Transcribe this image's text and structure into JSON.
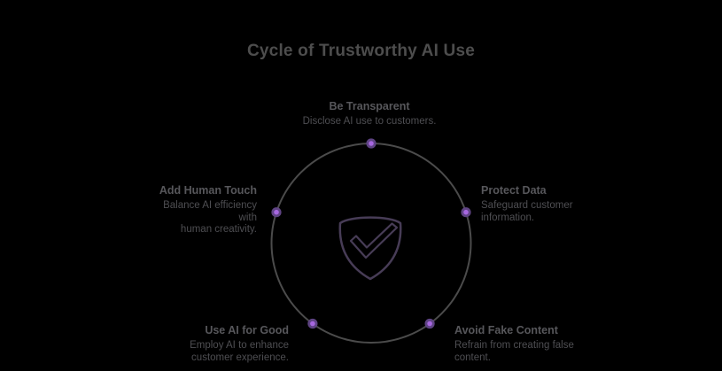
{
  "title": "Cycle of Trustworthy AI Use",
  "colors": {
    "background": "#000000",
    "title_text": "#4d4d4d",
    "heading_text": "#57575b",
    "description_text": "#4e4e52",
    "circle_line": "#4b4b4b",
    "dot_fill": "#a767e0",
    "dot_ring": "#5e4383",
    "shield": "#473c56"
  },
  "center_icon": "shield-check-icon",
  "nodes": [
    {
      "id": "top",
      "label": "Be Transparent",
      "desc_lines": [
        "Disclose AI use to customers."
      ]
    },
    {
      "id": "right",
      "label": "Protect Data",
      "desc_lines": [
        "Safeguard customer",
        "information."
      ]
    },
    {
      "id": "bottom-right",
      "label": "Avoid Fake Content",
      "desc_lines": [
        "Refrain from creating false",
        "content."
      ]
    },
    {
      "id": "bottom-left",
      "label": "Use AI for Good",
      "desc_lines": [
        "Employ AI to enhance",
        "customer experience."
      ]
    },
    {
      "id": "left",
      "label": "Add Human Touch",
      "desc_lines": [
        "Balance AI efficiency with",
        "human creativity."
      ]
    }
  ]
}
